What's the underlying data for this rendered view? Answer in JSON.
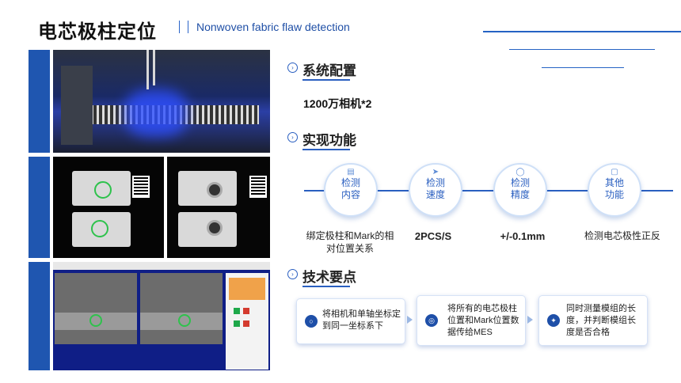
{
  "header": {
    "title": "电芯极柱定位",
    "subtitle": "Nonwoven fabric flaw detection"
  },
  "sections": {
    "config": {
      "title": "系统配置",
      "value": "1200万相机*2"
    },
    "functions": {
      "title": "实现功能",
      "items": [
        {
          "label": "检测\n内容",
          "icon": "document-icon",
          "desc": "绑定极柱和Mark的相对位置关系"
        },
        {
          "label": "检测\n速度",
          "icon": "rocket-icon",
          "desc": "2PCS/S"
        },
        {
          "label": "检测\n精度",
          "icon": "ruler-icon",
          "desc": "+/-0.1mm"
        },
        {
          "label": "其他\n功能",
          "icon": "cube-icon",
          "desc": "检测电芯极性正反"
        }
      ]
    },
    "key_points": {
      "title": "技术要点",
      "items": [
        {
          "icon": "circle-icon",
          "text": "将相机和单轴坐标定到同一坐标系下"
        },
        {
          "icon": "target-icon",
          "text": "将所有的电芯极柱位置和Mark位置数据传给MES"
        },
        {
          "icon": "compass-icon",
          "text": "同时测量模组的长度，并判断模组长度是否合格"
        }
      ]
    }
  },
  "colors": {
    "accent": "#2a5fc0",
    "strip": "#1f56b0"
  }
}
